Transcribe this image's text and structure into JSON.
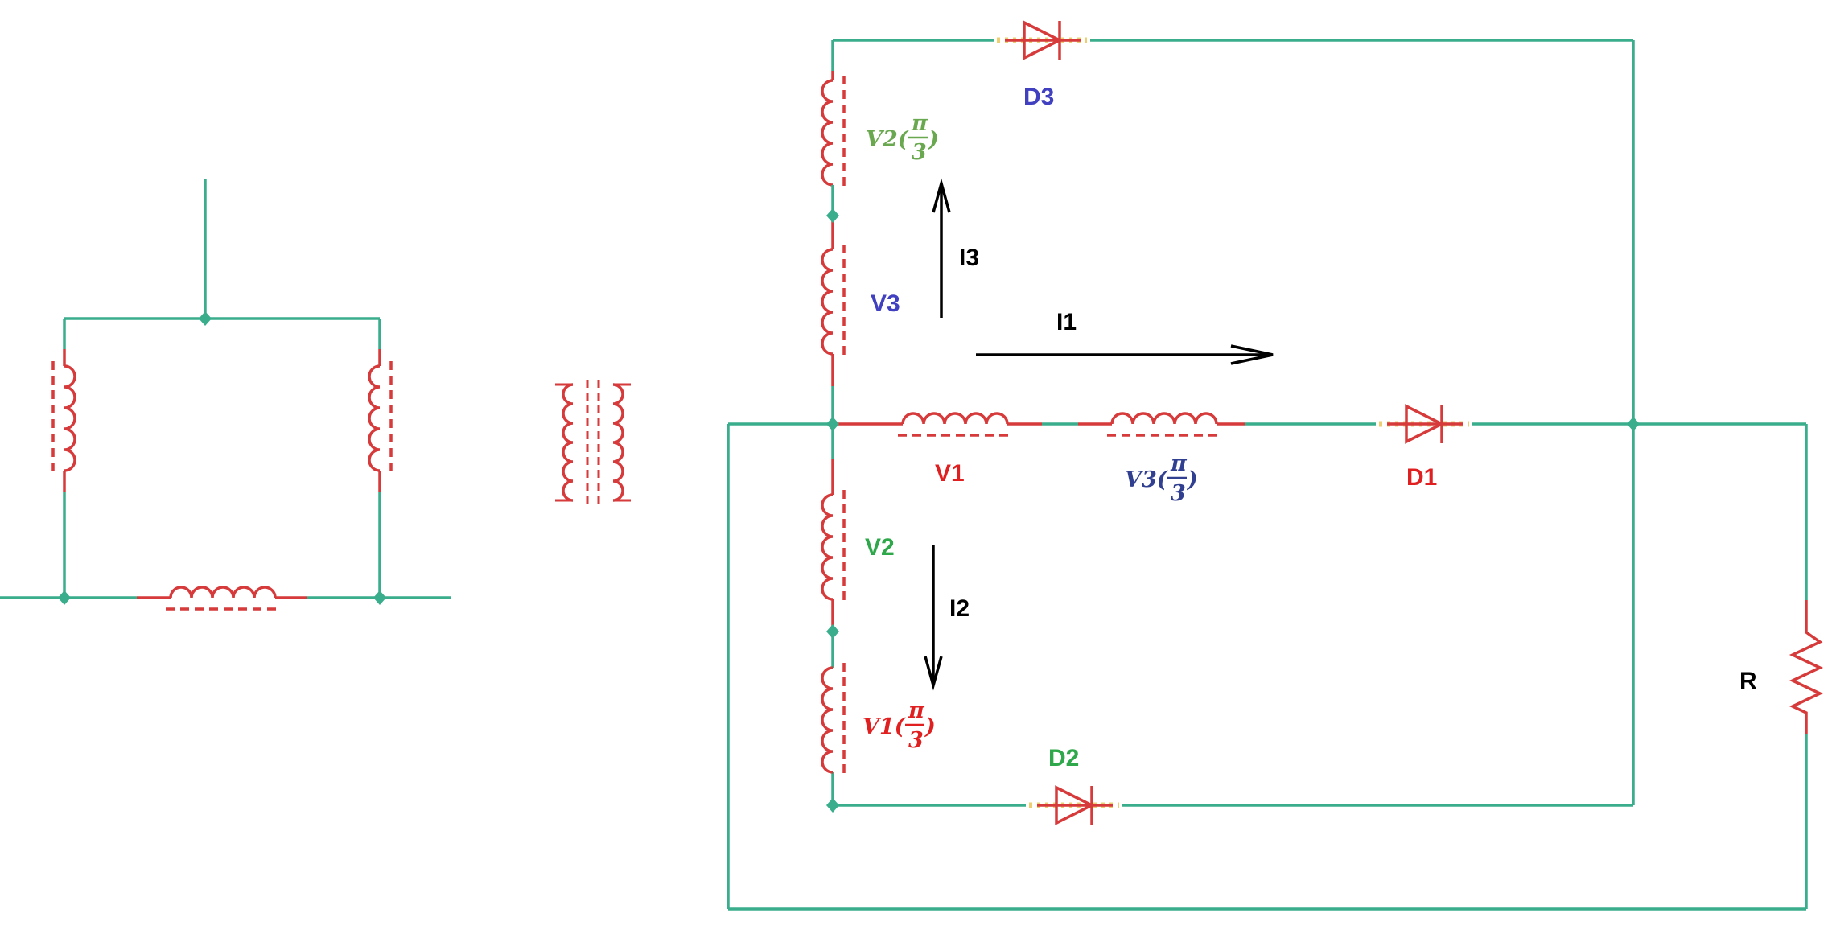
{
  "colors": {
    "wire": "#3aae8c",
    "component": "#d63a3a",
    "arrow": "#000000",
    "blue": "#4040c0",
    "green": "#2ea84a",
    "red": "#e02020",
    "navy": "#303f8f",
    "olive": "#6aa84f",
    "diode_halo": "#e8c040"
  },
  "labels": {
    "D1": "D1",
    "D2": "D2",
    "D3": "D3",
    "V1": "V1",
    "V2": "V2",
    "V3": "V3",
    "I1": "I1",
    "I2": "I2",
    "I3": "I3",
    "R": "R"
  },
  "phase_labels": {
    "v2_shift": {
      "prefix": "V2(",
      "num": "π",
      "den": "3",
      "suffix": ")"
    },
    "v3_shift": {
      "prefix": "V3(",
      "num": "π",
      "den": "3",
      "suffix": ")"
    },
    "v1_shift": {
      "prefix": "V1(",
      "num": "π",
      "den": "3",
      "suffix": ")"
    }
  }
}
